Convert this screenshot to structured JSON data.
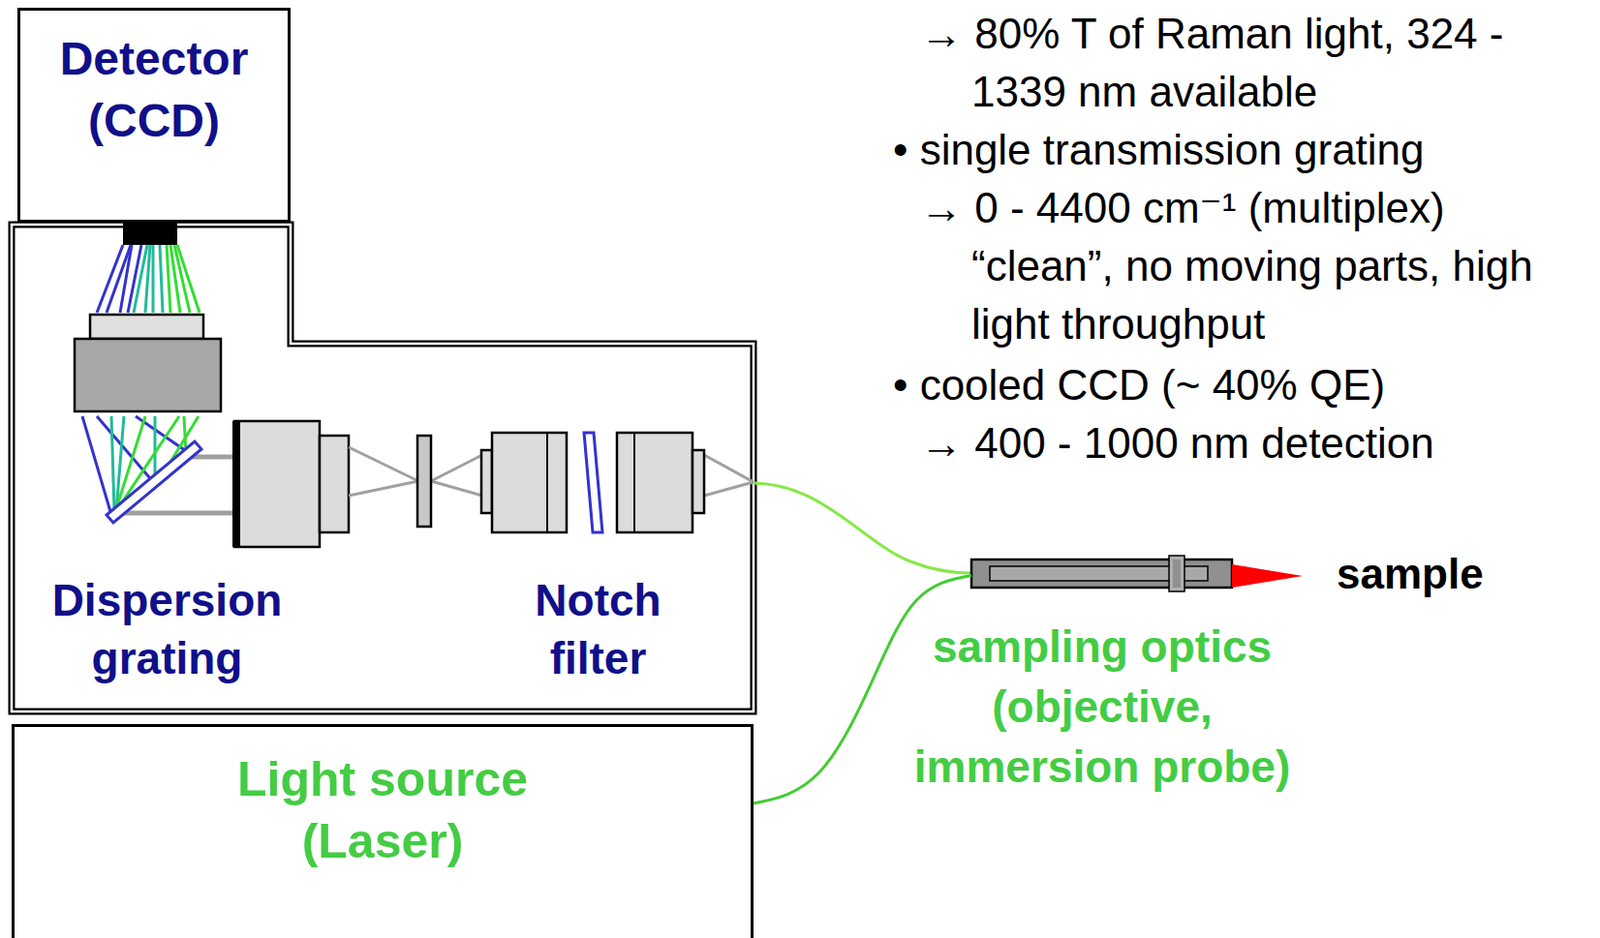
{
  "diagram": {
    "nodes": [
      {
        "text": [
          "Detector (CCD)"
        ]
      },
      {
        "text": [
          "Light source (Laser)"
        ]
      },
      {
        "text": [
          "sampling optics (objective, immersion probe)"
        ]
      }
    ],
    "edges": [
      {
        "from": 1,
        "to": 2,
        "arrow": "none"
      }
    ],
    "labels": [
      "→ 80% T of Raman light, 324 - 1339 nm available",
      "• single transmission grating",
      "→ 0 - 4400 cm⁻¹ (multiplex) “clean”, no moving parts, high light throughput",
      "• cooled CCD (~ 40% QE)",
      "→ 400 - 1000 nm detection",
      "Dispersion grating",
      "Notch filter",
      "sample"
    ]
  }
}
